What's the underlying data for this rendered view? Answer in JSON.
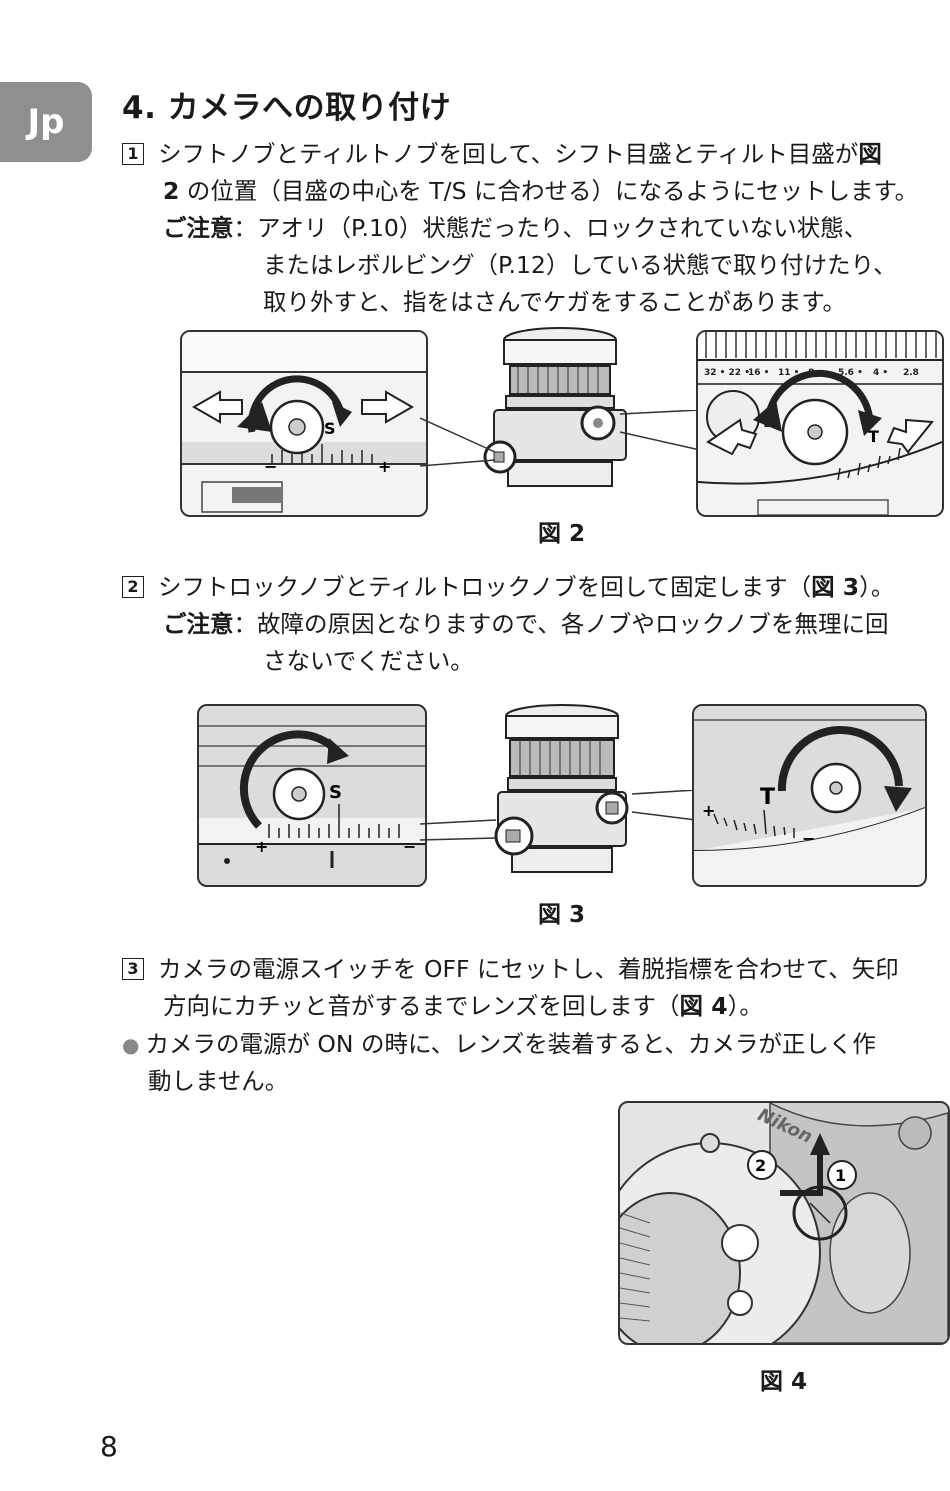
{
  "lang_tab": "Jp",
  "title": "4. カメラへの取り付け",
  "step1": {
    "num": "1",
    "line1": "シフトノブとティルトノブを回して、シフト目盛とティルト目盛が",
    "line1_ref": "図",
    "line2_ref": "2",
    "line2": " の位置（目盛の中心を T/S に合わせる）になるようにセットします。",
    "note_label": "ご注意",
    "note_sep": "：",
    "note1": "アオリ（P.10）状態だったり、ロックされていない状態、",
    "note2": "またはレボルビング（P.12）している状態で取り付けたり、",
    "note3": "取り外すと、指をはさんでケガをすることがあります。"
  },
  "fig2": {
    "caption": "図 2",
    "scale_labels": [
      "32 • 22 •",
      "16 •",
      "11 •",
      "8 •",
      "5.6 •",
      "4 •",
      "2.8"
    ],
    "s_mark": "S",
    "t_mark": "T"
  },
  "step2": {
    "num": "2",
    "line1": "シフトロックノブとティルトロックノブを回して固定します（",
    "ref": "図 3",
    "line1_end": "）。",
    "note_label": "ご注意",
    "note_sep": "：",
    "note1": "故障の原因となりますので、各ノブやロックノブを無理に回",
    "note2": "さないでください。"
  },
  "fig3": {
    "caption": "図 3",
    "s_mark": "S",
    "t_mark": "T"
  },
  "step3": {
    "num": "3",
    "line1": "カメラの電源スイッチを OFF にセットし、着脱指標を合わせて、矢印",
    "line2": "方向にカチッと音がするまでレンズを回します（",
    "ref": "図 4",
    "line2_end": "）。"
  },
  "bullet": {
    "mark": "●",
    "line1": "カメラの電源が ON の時に、レンズを装着すると、カメラが正しく作",
    "line2": "動しません。"
  },
  "fig4": {
    "caption": "図 4",
    "brand": "Nikon",
    "step_marks": [
      "①",
      "②"
    ]
  },
  "page_number": "8"
}
